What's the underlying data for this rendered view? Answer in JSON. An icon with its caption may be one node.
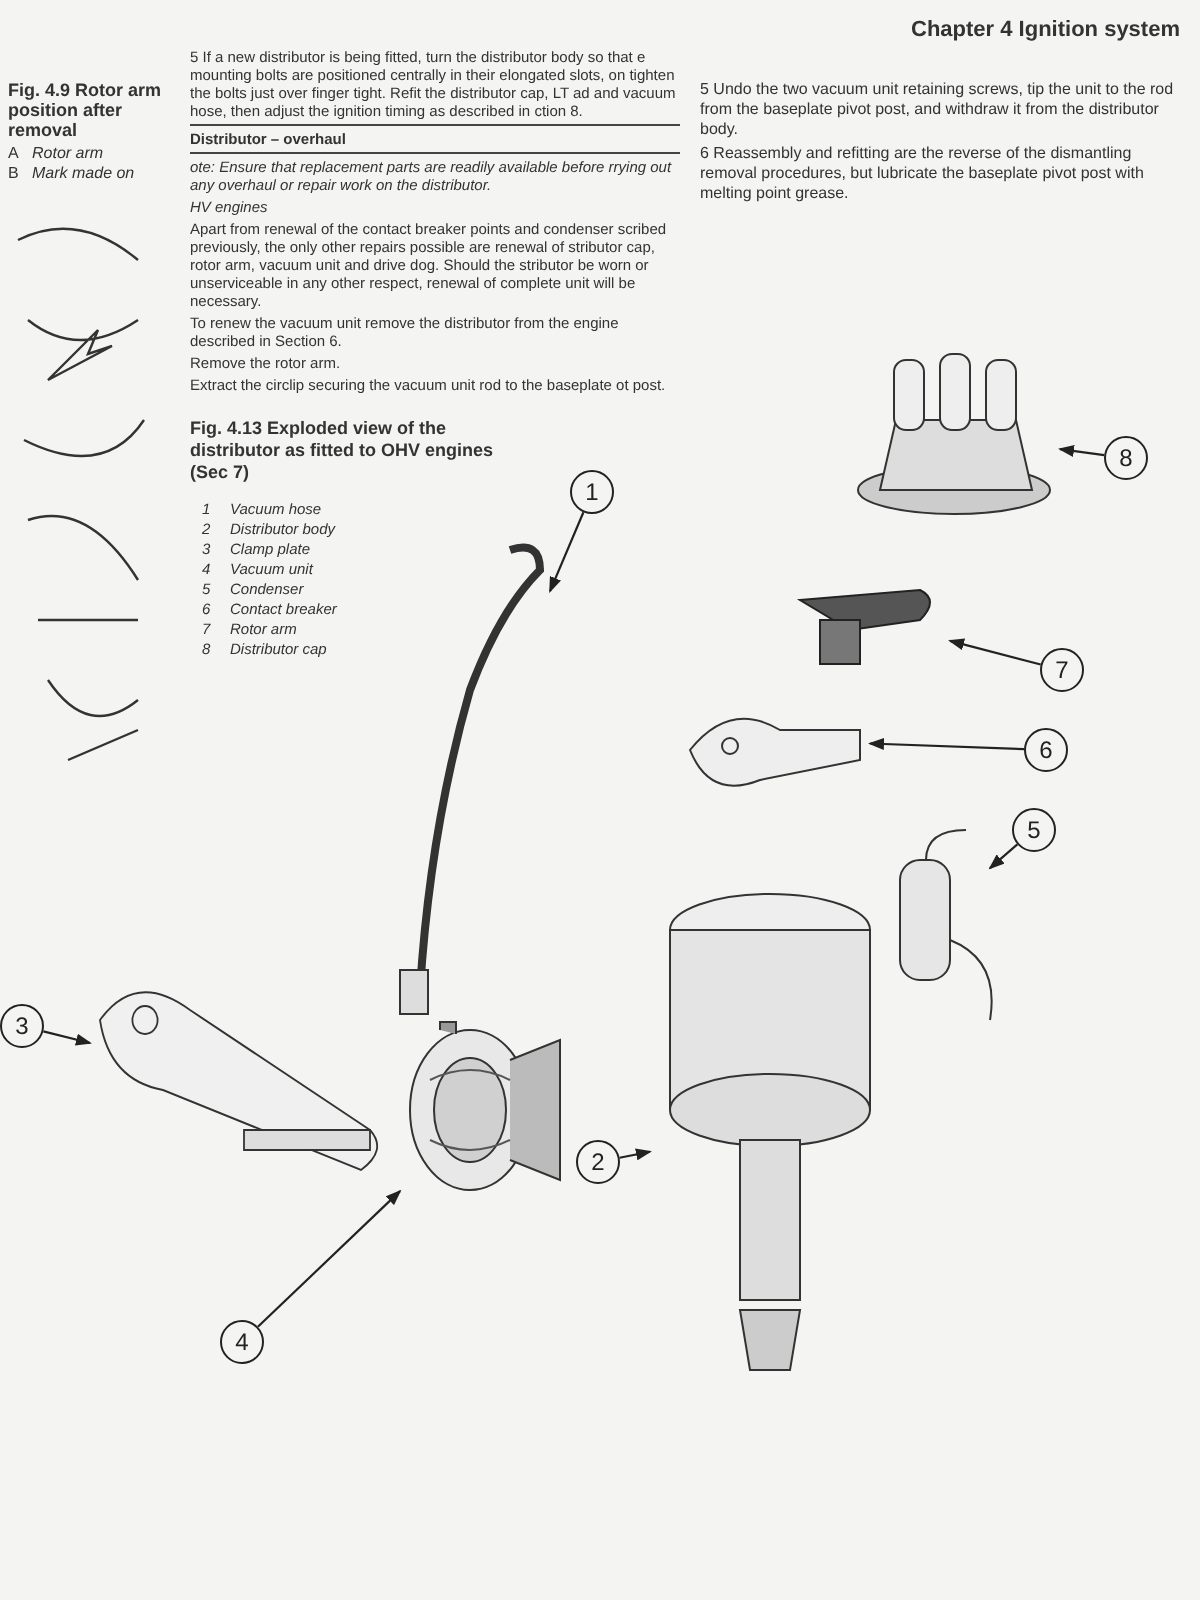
{
  "diagram": {
    "caption": "Fig. 4.13 Exploded view of the distributor as fitted to OHV engines (Sec 7)",
    "nodes": [
      {
        "text": [
          "1"
        ]
      },
      {
        "text": [
          "2"
        ]
      },
      {
        "text": [
          "3"
        ]
      },
      {
        "text": [
          "4"
        ]
      },
      {
        "text": [
          "5"
        ]
      },
      {
        "text": [
          "6"
        ]
      },
      {
        "text": [
          "7"
        ]
      },
      {
        "text": [
          "8"
        ]
      },
      {
        "text": [],
        "shape": "picture"
      },
      {
        "text": [],
        "shape": "picture"
      },
      {
        "text": [],
        "shape": "picture"
      },
      {
        "text": [],
        "shape": "picture"
      },
      {
        "text": [],
        "shape": "picture"
      },
      {
        "text": [],
        "shape": "picture"
      },
      {
        "text": [],
        "shape": "picture"
      },
      {
        "text": [],
        "shape": "picture"
      }
    ],
    "edges": [
      {
        "from": 0,
        "to": 8,
        "arrow": "to"
      },
      {
        "from": 1,
        "to": 9,
        "arrow": "to"
      },
      {
        "from": 2,
        "to": 10,
        "arrow": "to"
      },
      {
        "from": 3,
        "to": 11,
        "arrow": "to"
      },
      {
        "from": 4,
        "to": 12,
        "arrow": "to"
      },
      {
        "from": 5,
        "to": 13,
        "arrow": "to"
      },
      {
        "from": 6,
        "to": 14,
        "arrow": "to"
      },
      {
        "from": 7,
        "to": 15,
        "arrow": "to"
      }
    ],
    "labels": [
      "Chapter 4 Ignition system",
      "5 If a new distributor is being fitted, turn the distributor body so that e mounting bolts are positioned centrally in their elongated slots, on tighten the bolts just over finger tight. Refit the distributor cap, LT ad and vacuum hose, then adjust the ignition timing as described in ction 8.",
      "Distributor – overhaul",
      "ote: Ensure that replacement parts are readily available before rrying out any overhaul or repair work on the distributor.",
      "HV engines",
      "Apart from renewal of the contact breaker points and condenser scribed previously, the only other repairs possible are renewal of stributor cap, rotor arm, vacuum unit and drive dog. Should the stributor be worn or unserviceable in any other respect, renewal of complete unit will be necessary.",
      "To renew the vacuum unit remove the distributor from the engine described in Section 6.",
      "Remove the rotor arm.",
      "Extract the circlip securing the vacuum unit rod to the baseplate ot post.",
      "5 Undo the two vacuum unit retaining screws, tip the unit to the rod from the baseplate pivot post, and withdraw it from the distributor body.",
      "6 Reassembly and refitting are the reverse of the dismantling removal procedures, but lubricate the baseplate pivot post with melting point grease.",
      "Fig. 4.9 Rotor arm position after removal",
      "A",
      "Rotor arm",
      "B",
      "Mark made on",
      "1",
      "Vacuum hose",
      "2",
      "Distributor body",
      "3",
      "Clamp plate",
      "4",
      "Vacuum unit",
      "5",
      "Condenser",
      "6",
      "Contact breaker",
      "7",
      "Rotor arm",
      "8",
      "Distributor cap"
    ]
  }
}
